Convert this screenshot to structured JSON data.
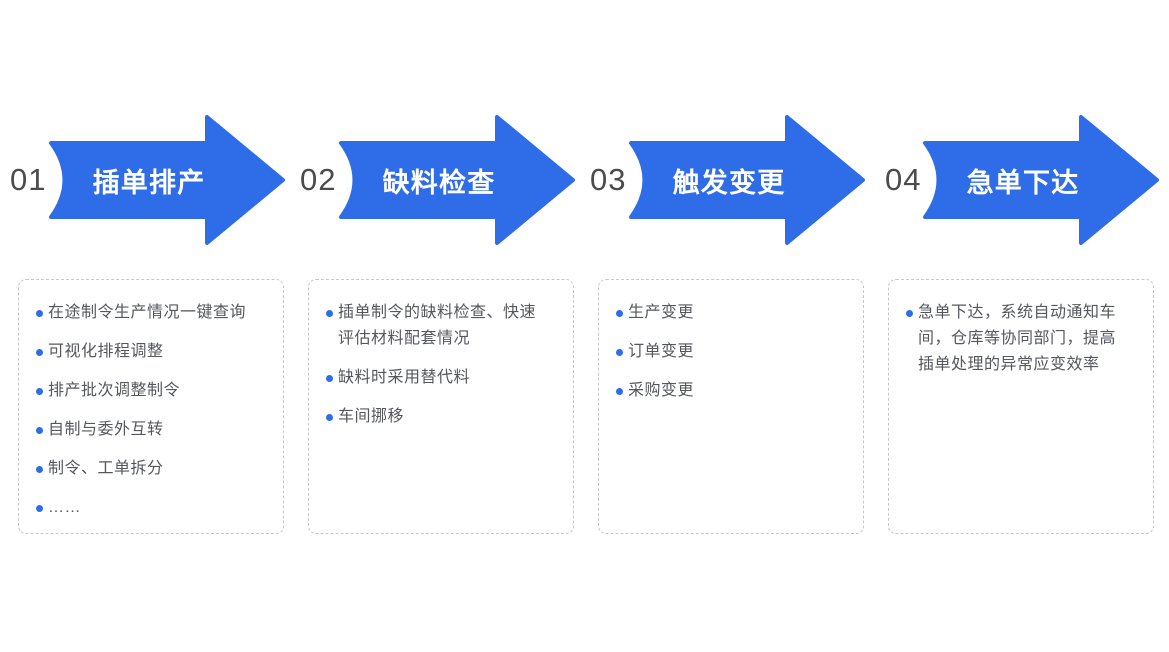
{
  "diagram": {
    "type": "process-flow",
    "direction": "left-to-right",
    "colors": {
      "arrow_blue": "#2F6CE8",
      "number_gray": "#4B4B4B",
      "bullet_dot_blue": "#2F6CE8",
      "body_text_gray": "#55575C",
      "box_border_gray": "#C6C7C9",
      "arrow_title_white": "#FFFFFF",
      "background": "#FFFFFF"
    },
    "steps": [
      {
        "number": "01",
        "title": "插单排产",
        "bullets": [
          "在途制令生产情况一键查询",
          "可视化排程调整",
          "排产批次调整制令",
          "自制与委外互转",
          "制令、工单拆分",
          "……"
        ]
      },
      {
        "number": "02",
        "title": "缺料检查",
        "bullets": [
          "插单制令的缺料检查、快速评估材料配套情况",
          "缺料时采用替代料",
          "车间挪移"
        ]
      },
      {
        "number": "03",
        "title": "触发变更",
        "bullets": [
          "生产变更",
          "订单变更",
          "采购变更"
        ]
      },
      {
        "number": "04",
        "title": "急单下达",
        "bullets": [
          "急单下达，系统自动通知车间，仓库等协同部门，提高插单处理的异常应变效率"
        ]
      }
    ]
  }
}
